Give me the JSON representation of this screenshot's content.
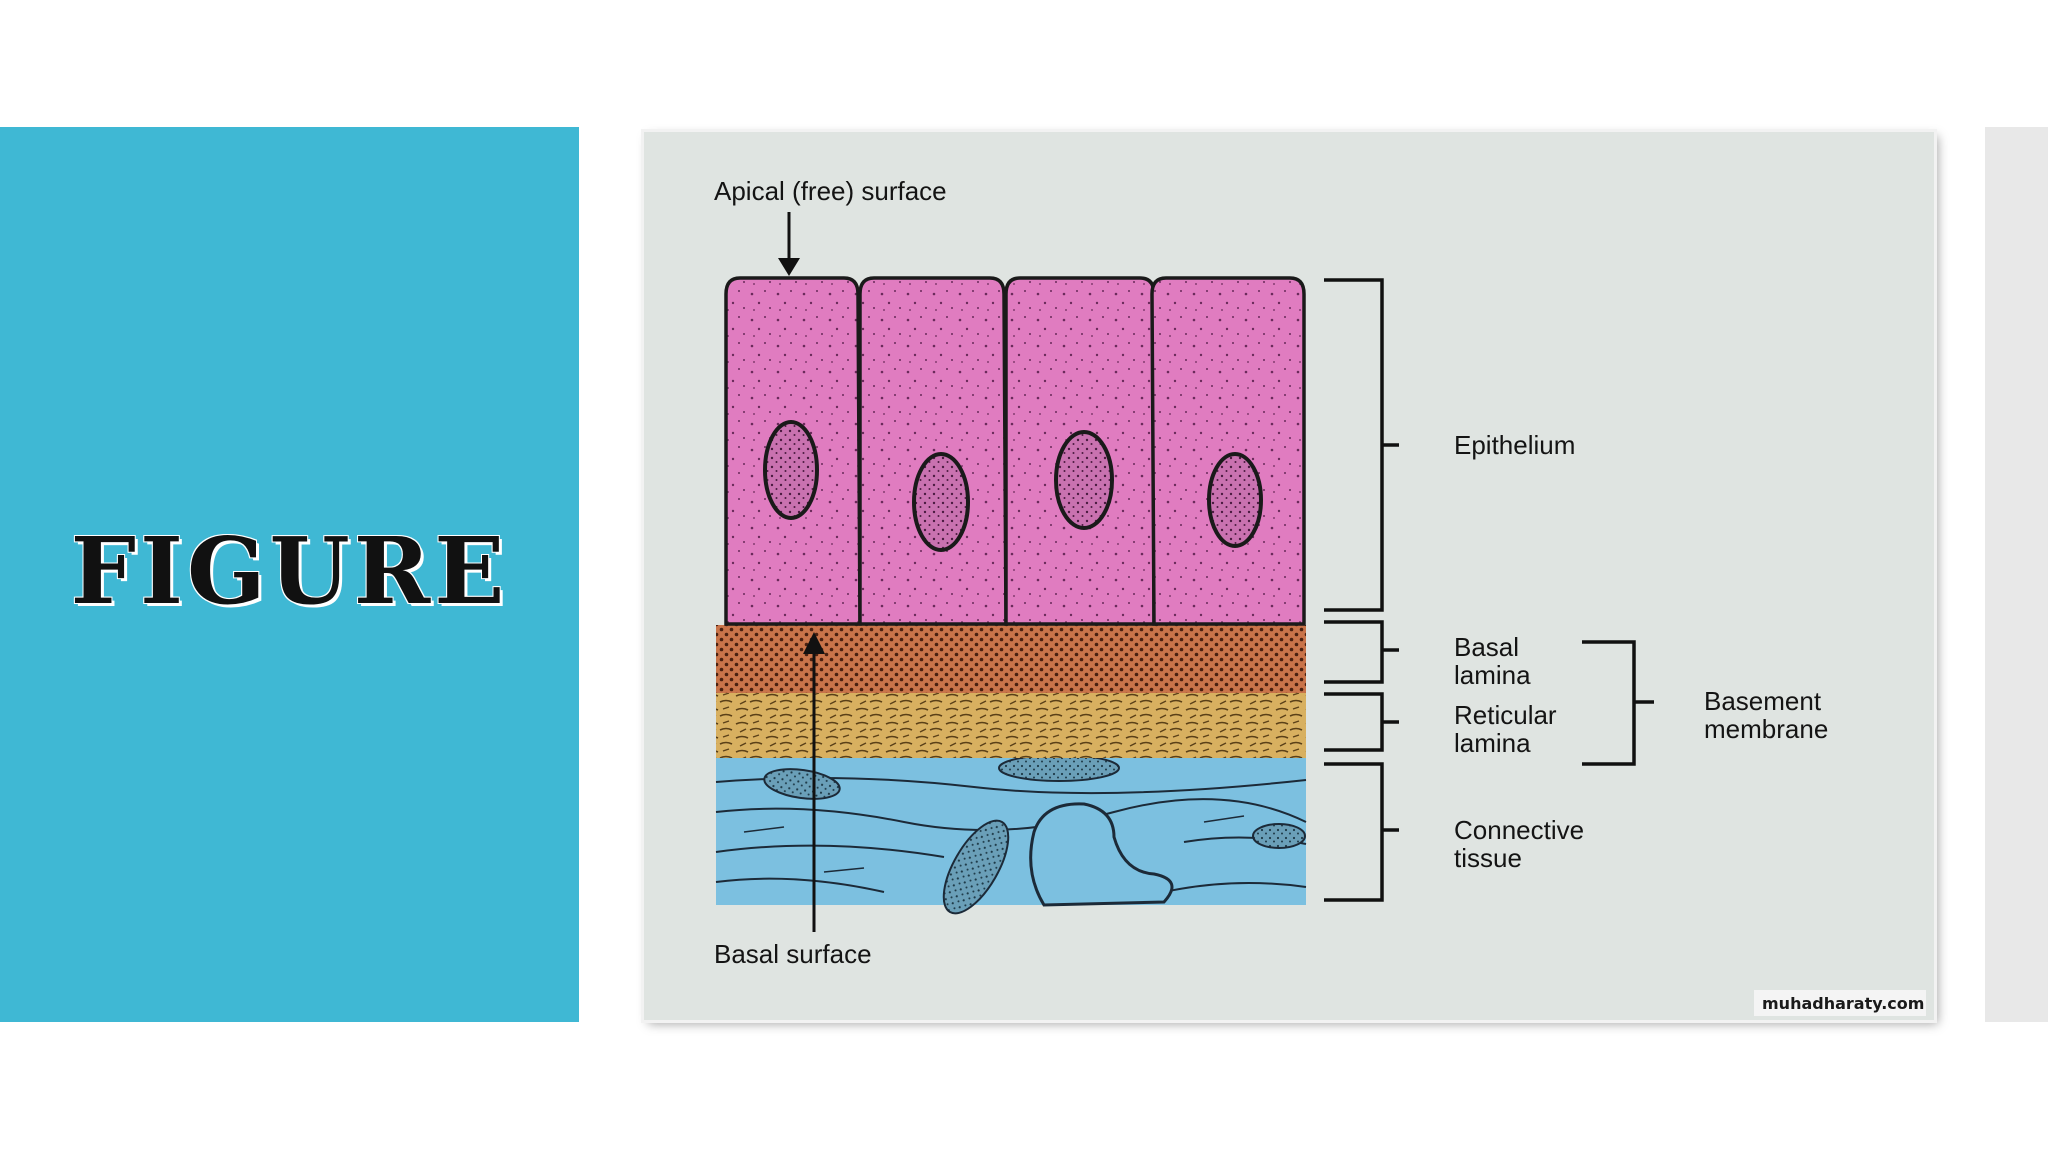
{
  "slide": {
    "title": "FIGURE"
  },
  "diagram": {
    "labels": {
      "apical": "Apical (free) surface",
      "basal": "Basal surface",
      "epithelium": "Epithelium",
      "basal_lamina_1": "Basal",
      "basal_lamina_2": "lamina",
      "reticular_lamina_1": "Reticular",
      "reticular_lamina_2": "lamina",
      "basement_membrane_1": "Basement",
      "basement_membrane_2": "membrane",
      "connective_tissue_1": "Connective",
      "connective_tissue_2": "tissue"
    },
    "watermark": "muhadharaty.com"
  },
  "colors": {
    "title_panel": "#3fb8d4",
    "cell_fill": "#e07cc0",
    "nucleus_fill": "#c06aa8",
    "basal_lamina": "#c9744a",
    "reticular_lamina": "#d8b060",
    "connective_tissue": "#7cc0e0",
    "frame_background": "#dfe4e1"
  }
}
